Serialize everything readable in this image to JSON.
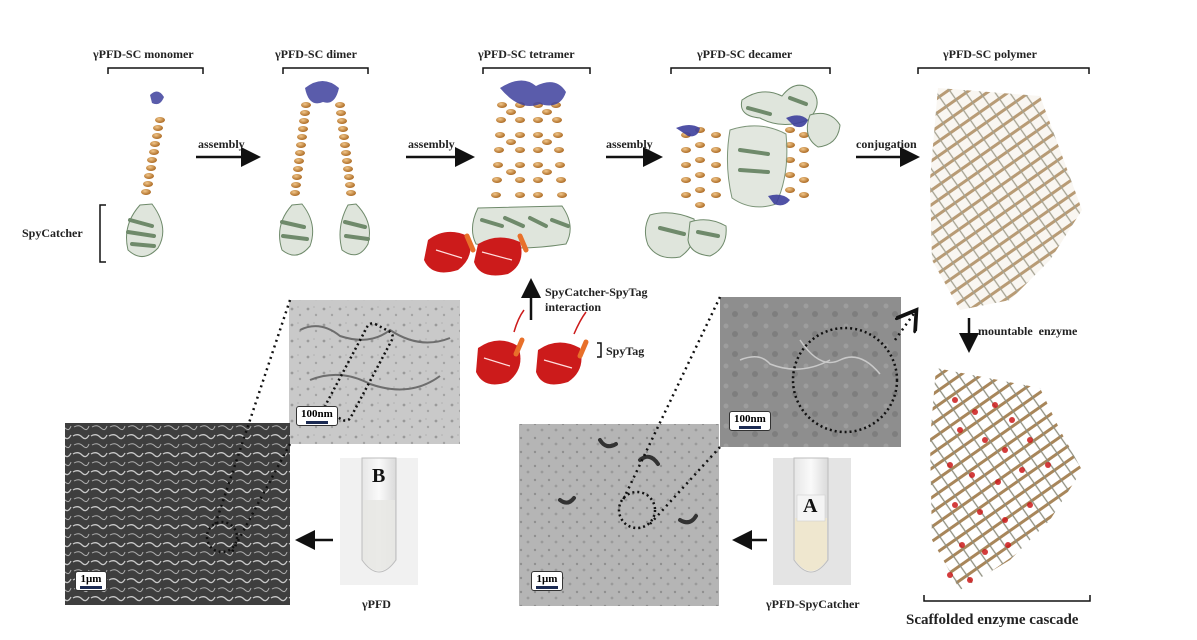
{
  "stages": {
    "monomer": "γPFD-SC monomer",
    "dimer": "γPFD-SC dimer",
    "tetramer": "γPFD-SC tetramer",
    "decamer": "γPFD-SC decamer",
    "polymer": "γPFD-SC polymer"
  },
  "arrows": {
    "assembly_1": "assembly",
    "assembly_2": "assembly",
    "assembly_3": "assembly",
    "conjugation": "conjugation",
    "mountable": "mountable  enzyme",
    "interaction_line1": "SpyCatcher-SpyTag",
    "interaction_line2": "interaction"
  },
  "labels": {
    "spycatcher": "SpyCatcher",
    "spytag": "SpyTag",
    "cascade": "Scaffolded enzyme cascade",
    "tube_b_caption": "γPFD",
    "tube_a_caption": "γPFD-SpyCatcher",
    "tube_b_letter": "B",
    "tube_a_letter": "A"
  },
  "scalebars": {
    "b_zoom": "100nm",
    "b_wide": "1μm",
    "a_zoom": "100nm",
    "a_wide": "1μm"
  },
  "colors": {
    "helix": "#c8893a",
    "beta_sheet": "#6f8a6b",
    "blue_domain": "#3d3f9c",
    "enzyme": "#cc1b1b",
    "spytag": "#e8702a"
  }
}
